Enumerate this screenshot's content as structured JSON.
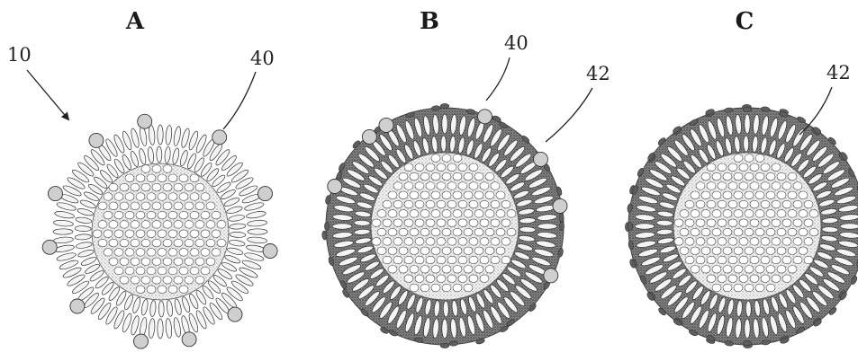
{
  "figure": {
    "panels": [
      {
        "letter": "A",
        "labels": [
          "10",
          "40"
        ]
      },
      {
        "letter": "B",
        "labels": [
          "40",
          "42"
        ]
      },
      {
        "letter": "C",
        "labels": [
          "42"
        ]
      }
    ]
  },
  "colors": {
    "ink": "#1a1a1a",
    "lipid_head": "#d9d9d9",
    "lipid_tail": "#f4f4f4",
    "coating": "#6a6a6a",
    "particle": "#cfcfcf"
  }
}
